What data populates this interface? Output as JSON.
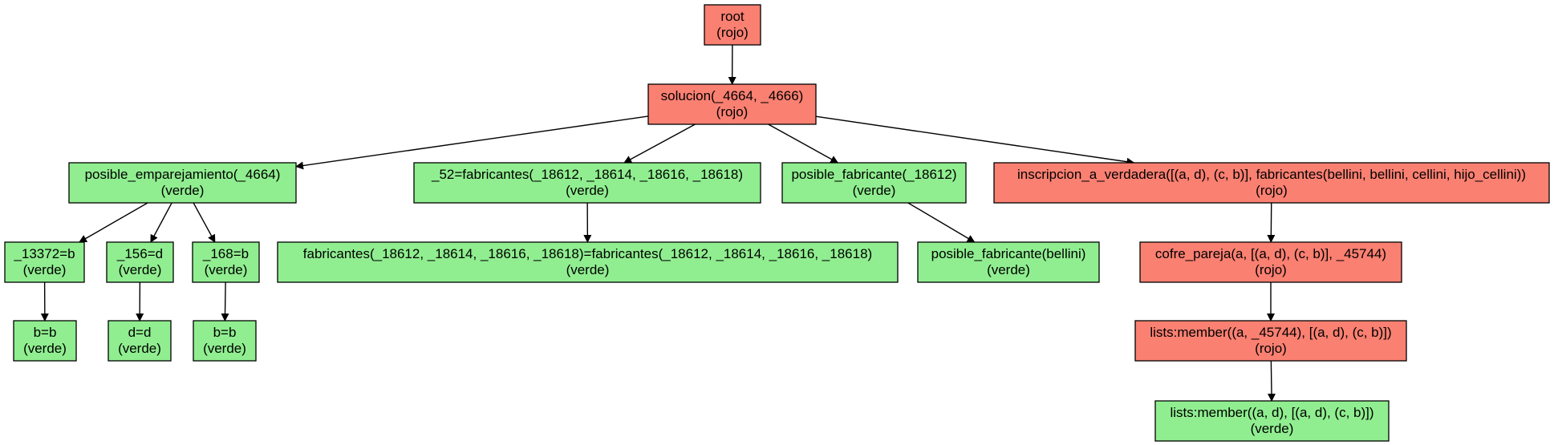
{
  "colors": {
    "rojo": "#fa8072",
    "verde": "#90ee90",
    "edge": "#000000"
  },
  "nodes": [
    {
      "id": "n-root",
      "line1": "root",
      "line2": "(rojo)",
      "status": "rojo"
    },
    {
      "id": "n-solucion",
      "line1": "solucion(_4664, _4666)",
      "line2": "(rojo)",
      "status": "rojo"
    },
    {
      "id": "n-posible-emparejamiento",
      "line1": "posible_emparejamiento(_4664)",
      "line2": "(verde)",
      "status": "verde"
    },
    {
      "id": "n-eq-fabricantes",
      "line1": "_52=fabricantes(_18612, _18614, _18616, _18618)",
      "line2": "(verde)",
      "status": "verde"
    },
    {
      "id": "n-posible-fabricante-var",
      "line1": "posible_fabricante(_18612)",
      "line2": "(verde)",
      "status": "verde"
    },
    {
      "id": "n-inscripcion",
      "line1": "inscripcion_a_verdadera([(a, d), (c, b)], fabricantes(bellini, bellini, cellini, hijo_cellini))",
      "line2": "(rojo)",
      "status": "rojo"
    },
    {
      "id": "n-13372",
      "line1": "_13372=b",
      "line2": "(verde)",
      "status": "verde"
    },
    {
      "id": "n-156",
      "line1": "_156=d",
      "line2": "(verde)",
      "status": "verde"
    },
    {
      "id": "n-168",
      "line1": "_168=b",
      "line2": "(verde)",
      "status": "verde"
    },
    {
      "id": "n-fabricantes-unify",
      "line1": "fabricantes(_18612, _18614, _18616, _18618)=fabricantes(_18612, _18614, _18616, _18618)",
      "line2": "(verde)",
      "status": "verde"
    },
    {
      "id": "n-posible-fabricante-bellini",
      "line1": "posible_fabricante(bellini)",
      "line2": "(verde)",
      "status": "verde"
    },
    {
      "id": "n-cofre-pareja",
      "line1": "cofre_pareja(a, [(a, d), (c, b)], _45744)",
      "line2": "(rojo)",
      "status": "rojo"
    },
    {
      "id": "n-bb-1",
      "line1": "b=b",
      "line2": "(verde)",
      "status": "verde"
    },
    {
      "id": "n-dd",
      "line1": "d=d",
      "line2": "(verde)",
      "status": "verde"
    },
    {
      "id": "n-bb-2",
      "line1": "b=b",
      "line2": "(verde)",
      "status": "verde"
    },
    {
      "id": "n-member-45744",
      "line1": "lists:member((a, _45744), [(a, d), (c, b)])",
      "line2": "(rojo)",
      "status": "rojo"
    },
    {
      "id": "n-member-ad",
      "line1": "lists:member((a, d), [(a, d), (c, b)])",
      "line2": "(verde)",
      "status": "verde"
    }
  ],
  "edges": [
    {
      "from": "n-root",
      "to": "n-solucion"
    },
    {
      "from": "n-solucion",
      "to": "n-posible-emparejamiento"
    },
    {
      "from": "n-solucion",
      "to": "n-eq-fabricantes"
    },
    {
      "from": "n-solucion",
      "to": "n-posible-fabricante-var"
    },
    {
      "from": "n-solucion",
      "to": "n-inscripcion"
    },
    {
      "from": "n-posible-emparejamiento",
      "to": "n-13372"
    },
    {
      "from": "n-posible-emparejamiento",
      "to": "n-156"
    },
    {
      "from": "n-posible-emparejamiento",
      "to": "n-168"
    },
    {
      "from": "n-eq-fabricantes",
      "to": "n-fabricantes-unify"
    },
    {
      "from": "n-posible-fabricante-var",
      "to": "n-posible-fabricante-bellini"
    },
    {
      "from": "n-inscripcion",
      "to": "n-cofre-pareja"
    },
    {
      "from": "n-13372",
      "to": "n-bb-1"
    },
    {
      "from": "n-156",
      "to": "n-dd"
    },
    {
      "from": "n-168",
      "to": "n-bb-2"
    },
    {
      "from": "n-cofre-pareja",
      "to": "n-member-45744"
    },
    {
      "from": "n-member-45744",
      "to": "n-member-ad"
    }
  ]
}
